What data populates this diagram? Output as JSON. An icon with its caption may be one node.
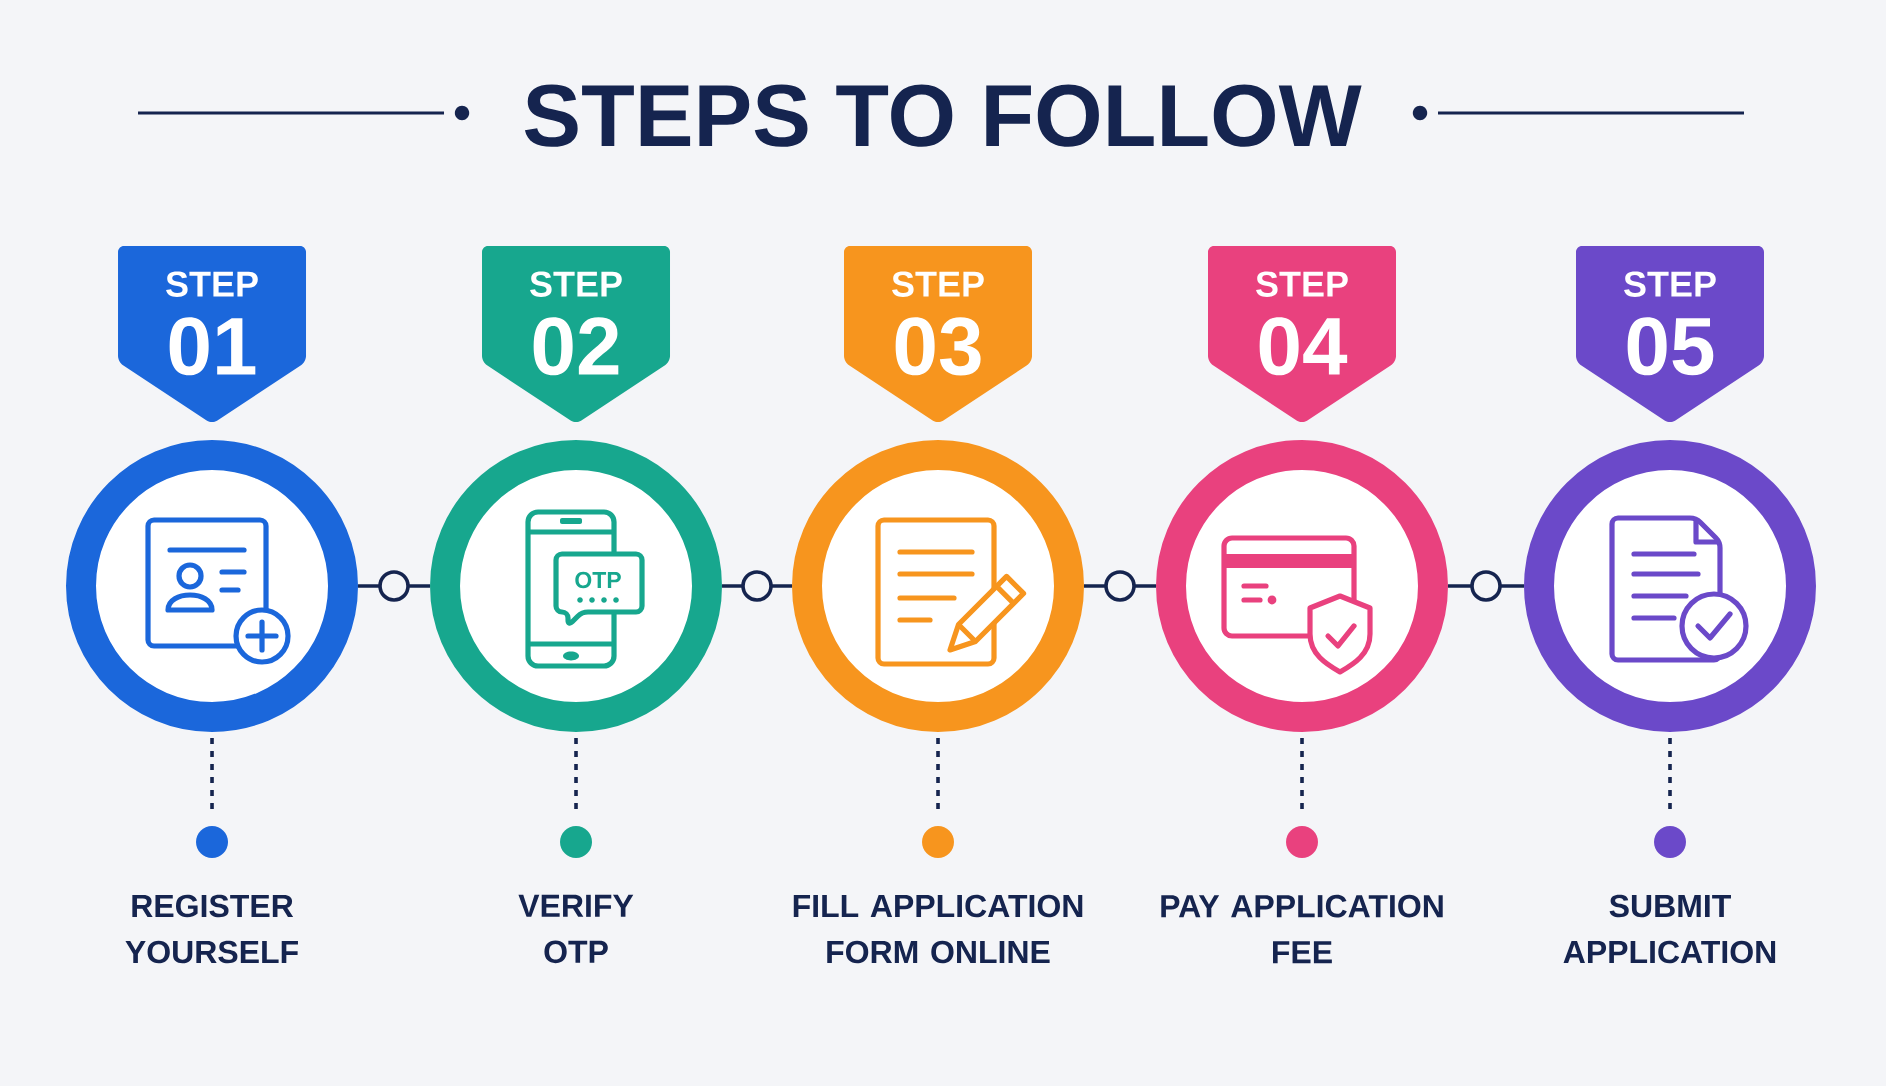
{
  "diagram": {
    "title": "STEPS TO FOLLOW",
    "nodes": [
      {
        "text": [
          "STEP",
          "01"
        ]
      },
      {
        "text": [
          "STEP",
          "02"
        ]
      },
      {
        "text": [
          "STEP",
          "03"
        ]
      },
      {
        "text": [
          "STEP",
          "04"
        ]
      },
      {
        "text": [
          "STEP",
          "05"
        ]
      },
      {
        "text": [],
        "shape": "circle"
      },
      {
        "text": [],
        "shape": "circle"
      },
      {
        "text": [],
        "shape": "circle"
      },
      {
        "text": [],
        "shape": "circle"
      },
      {
        "text": [],
        "shape": "circle"
      },
      {
        "text": [],
        "shape": "circle",
        "beside": [
          "REGISTER YOURSELF"
        ]
      },
      {
        "text": [],
        "shape": "circle",
        "beside": [
          "VERIFY OTP"
        ]
      },
      {
        "text": [],
        "shape": "circle",
        "beside": [
          "FILL APPLICATION FORM ONLINE"
        ]
      },
      {
        "text": [],
        "shape": "circle",
        "beside": [
          "PAY APPLICATION FEE"
        ]
      },
      {
        "text": [],
        "shape": "circle",
        "beside": [
          "SUBMIT APPLICATION"
        ]
      }
    ],
    "edges": [
      {
        "from": 5,
        "to": 6,
        "arrow": "none"
      },
      {
        "from": 6,
        "to": 7,
        "arrow": "none"
      },
      {
        "from": 7,
        "to": 8,
        "arrow": "none"
      },
      {
        "from": 8,
        "to": 9,
        "arrow": "none"
      },
      {
        "from": 5,
        "to": 10,
        "arrow": "none",
        "style": "dashed"
      },
      {
        "from": 6,
        "to": 11,
        "arrow": "none",
        "style": "dashed"
      },
      {
        "from": 7,
        "to": 12,
        "arrow": "none",
        "style": "dashed"
      },
      {
        "from": 8,
        "to": 13,
        "arrow": "none",
        "style": "dashed"
      },
      {
        "from": 9,
        "to": 14,
        "arrow": "none",
        "style": "dashed"
      }
    ],
    "labels": [
      "OTP"
    ]
  }
}
